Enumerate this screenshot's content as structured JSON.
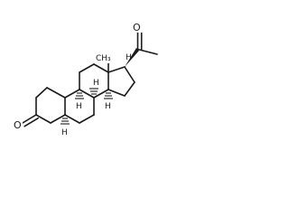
{
  "labels": {
    "ketone_o_left": "O",
    "ketone_o_top": "O",
    "h_c5": "H",
    "h_c8": "H",
    "h_c9": "H",
    "h_c14": "H",
    "h_c17": "H",
    "ch3": "CH₃"
  }
}
